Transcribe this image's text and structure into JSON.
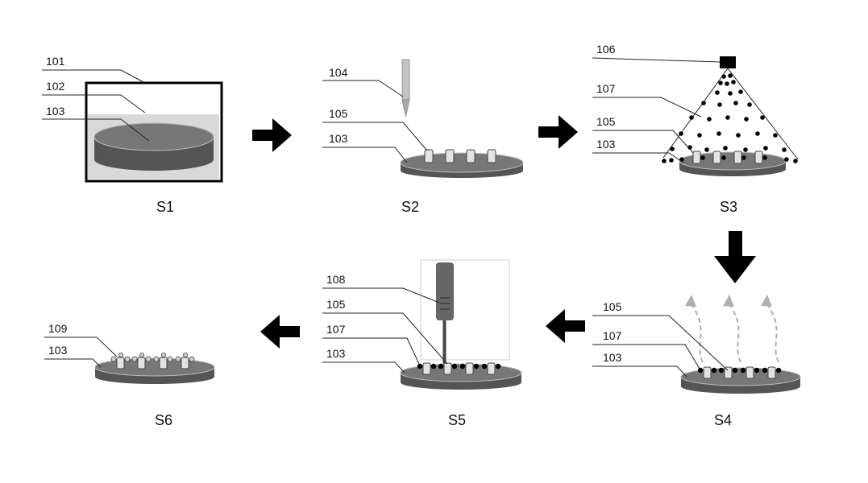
{
  "colors": {
    "substrate_top": "#777777",
    "substrate_side": "#555555",
    "liquid": "#d9d9d9",
    "container_border": "#000000",
    "arrow": "#000000",
    "vapor": "#b0b0b0",
    "pillar": "#e3e3e3",
    "particle": "#000000"
  },
  "steps": [
    {
      "label": "S1",
      "refs": [
        "101",
        "102",
        "103"
      ]
    },
    {
      "label": "S2",
      "refs": [
        "104",
        "105",
        "103"
      ]
    },
    {
      "label": "S3",
      "refs": [
        "106",
        "107",
        "105",
        "103"
      ]
    },
    {
      "label": "S4",
      "refs": [
        "105",
        "107",
        "103"
      ]
    },
    {
      "label": "S5",
      "refs": [
        "108",
        "105",
        "107",
        "103"
      ]
    },
    {
      "label": "S6",
      "refs": [
        "109",
        "103"
      ]
    }
  ]
}
